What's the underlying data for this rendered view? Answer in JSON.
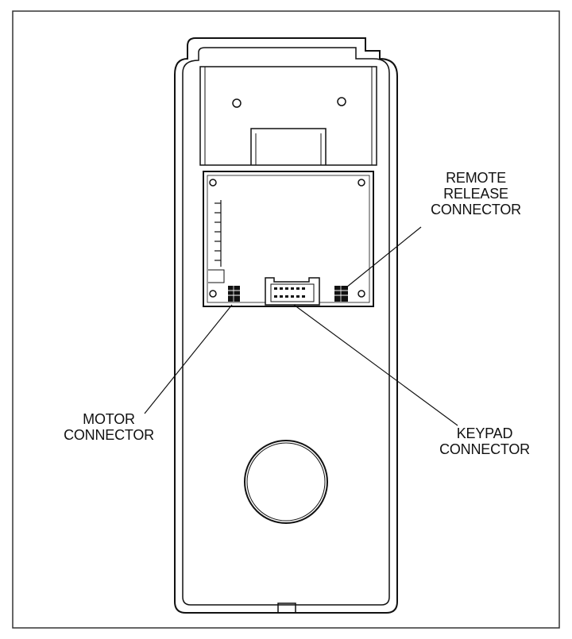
{
  "labels": {
    "remote_release": {
      "line1": "REMOTE",
      "line2": "RELEASE",
      "line3": "CONNECTOR"
    },
    "motor": {
      "line1": "MOTOR",
      "line2": "CONNECTOR"
    },
    "keypad": {
      "line1": "KEYPAD",
      "line2": "CONNECTOR"
    }
  },
  "colors": {
    "ink": "#111111",
    "paper": "#ffffff",
    "frame": "#333333"
  }
}
